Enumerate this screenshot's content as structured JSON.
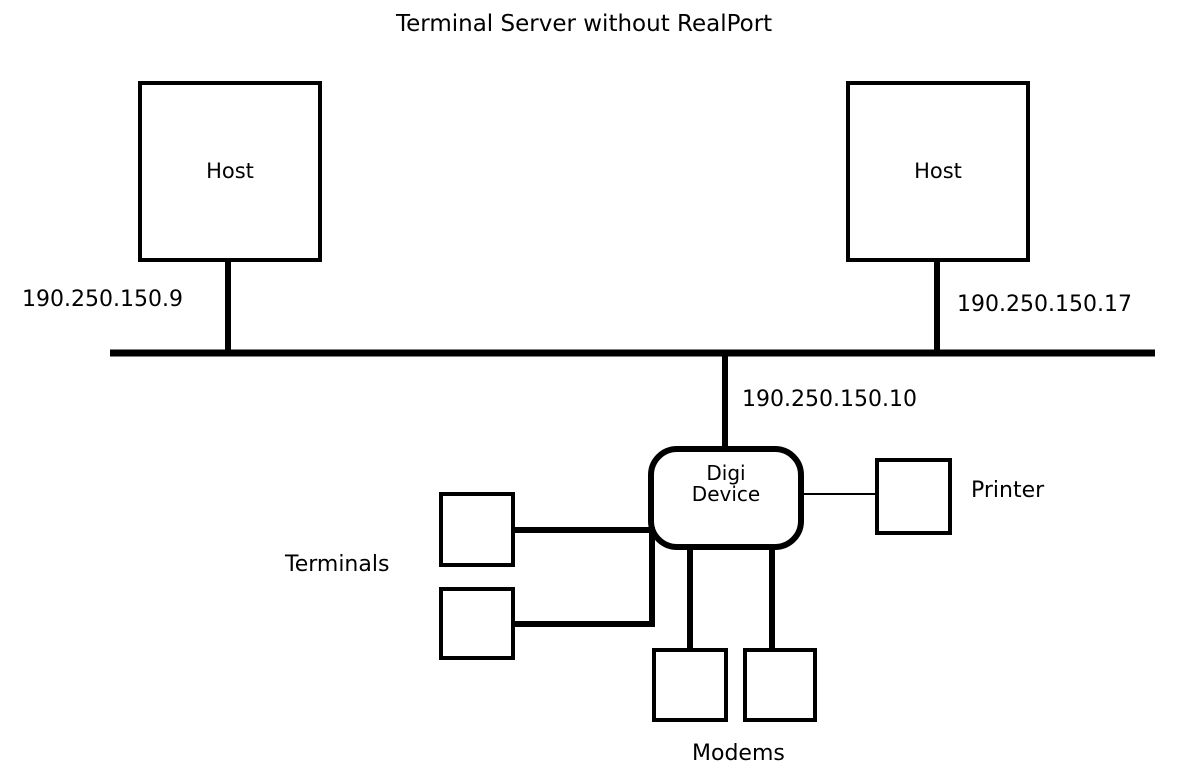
{
  "diagram": {
    "title": "Terminal Server without RealPort",
    "colors": {
      "line": "#000000",
      "background": "#ffffff",
      "text": "#000000"
    },
    "nodes": {
      "host_left": {
        "label": "Host",
        "ip": "190.250.150.9"
      },
      "host_right": {
        "label": "Host",
        "ip": "190.250.150.17"
      },
      "digi_device": {
        "label_line1": "Digi",
        "label_line2": "Device",
        "label": "Digi Device",
        "ip": "190.250.150.10"
      },
      "printer": {
        "label": "Printer"
      },
      "terminals": {
        "label": "Terminals",
        "count": 2
      },
      "modems": {
        "label": "Modems",
        "count": 2
      }
    },
    "connections": [
      {
        "from": "host_left",
        "to": "network_backbone",
        "style": "thick"
      },
      {
        "from": "host_right",
        "to": "network_backbone",
        "style": "thick"
      },
      {
        "from": "digi_device",
        "to": "network_backbone",
        "style": "thick"
      },
      {
        "from": "terminal_1",
        "to": "digi_device",
        "style": "thick"
      },
      {
        "from": "terminal_2",
        "to": "digi_device",
        "style": "thick"
      },
      {
        "from": "modem_1",
        "to": "digi_device",
        "style": "thick"
      },
      {
        "from": "modem_2",
        "to": "digi_device",
        "style": "thick"
      },
      {
        "from": "printer",
        "to": "digi_device",
        "style": "thin"
      }
    ]
  }
}
